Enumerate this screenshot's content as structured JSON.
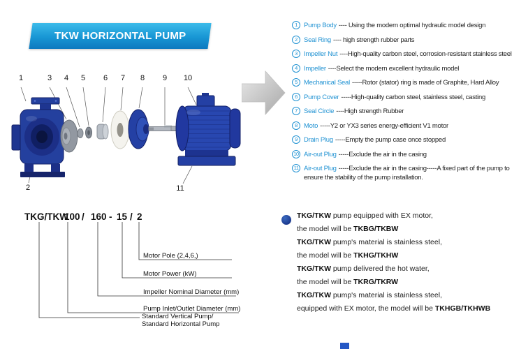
{
  "banner": {
    "title": "TKW HORIZONTAL PUMP"
  },
  "colors": {
    "accent": "#2293d3",
    "pump_blue": "#24409e",
    "banner_blue": "#1896d4"
  },
  "diagram": {
    "callouts": [
      "1",
      "3",
      "4",
      "5",
      "6",
      "7",
      "8",
      "9",
      "10"
    ],
    "callout_2": "2",
    "callout_11": "11"
  },
  "parts": [
    {
      "num": "1",
      "name": "Pump Body",
      "desc": "---- Using the modern optimal hydraulic model design"
    },
    {
      "num": "2",
      "name": "Seal Ring",
      "desc": "---- high strength rubber parts"
    },
    {
      "num": "3",
      "name": "Impeller Nut",
      "desc": "----High-quality carbon steel, corrosion-resistant stainless steel"
    },
    {
      "num": "4",
      "name": "Impeller",
      "desc": "----Select the modern excellent hydraulic model"
    },
    {
      "num": "5",
      "name": "Mechanical Seal",
      "desc": "-----Rotor (stator) ring is made of Graphite, Hard Alloy"
    },
    {
      "num": "6",
      "name": "Pump Cover",
      "desc": "-----High-quality carbon steel, stainless steel, casting"
    },
    {
      "num": "7",
      "name": "Seal Circle",
      "desc": "----High strength Rubber"
    },
    {
      "num": "8",
      "name": "Moto",
      "desc": "-----Y2 or YX3 series energy-efficient V1 motor"
    },
    {
      "num": "9",
      "name": "Drain Plug",
      "desc": "-----Empty the pump case once stopped"
    },
    {
      "num": "10",
      "name": "Air-out Plug",
      "desc": "-----Exclude the air in the casing"
    },
    {
      "num": "11",
      "name": "Air-out Plug",
      "desc": "-----Exclude the air in the casing-----A fixed part of the pump to ensure the stability of the pump installation."
    }
  ],
  "model": {
    "prefix": "TKG/TKW",
    "seg1": "100",
    "sep1": "/",
    "seg2": "160",
    "sep2": "-",
    "seg3": "15",
    "sep3": "/",
    "seg4": "2",
    "labels": [
      "Motor Pole (2,4,6,)",
      "Motor Power  (kW)",
      "Impeller Nominal Diameter (mm)",
      "Pump Inlet/Outlet Diameter (mm)"
    ],
    "label5_line1": "Standard Vertical Pump/",
    "label5_line2": "Standard  Horizontal Pump"
  },
  "notes": [
    {
      "bold_prefix": "TKG/TKW",
      "text": " pump equipped with EX motor,"
    },
    {
      "text": "the model will be ",
      "bold_suffix": "TKBG/TKBW"
    },
    {
      "bold_prefix": "TKG/TKW",
      "text": " pump's material is stainless steel,"
    },
    {
      "text": "the model will be ",
      "bold_suffix": "TKHG/TKHW"
    },
    {
      "bold_prefix": "TKG/TKW",
      "text": " pump delivered the hot water,"
    },
    {
      "text": "the model will be ",
      "bold_suffix": "TKRG/TKRW"
    },
    {
      "bold_prefix": "TKG/TKW",
      "text": " pump's material is stainless steel,"
    },
    {
      "text": "equipped with EX motor, the model will be ",
      "bold_suffix": "TKHGB/TKHWB"
    }
  ]
}
